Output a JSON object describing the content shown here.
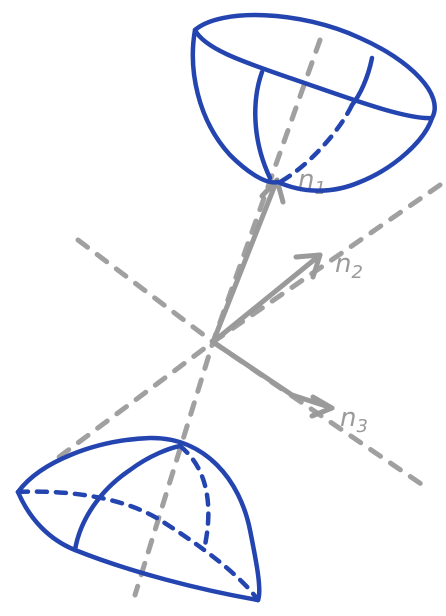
{
  "colors": {
    "axis": "#a0a0a0",
    "vector": "#9a9a9a",
    "shell": "#2445b0",
    "label": "#9a9a9a"
  },
  "labels": {
    "n1": {
      "base": "n",
      "sub": "1"
    },
    "n2": {
      "base": "n",
      "sub": "2"
    },
    "n3": {
      "base": "n",
      "sub": "3"
    }
  }
}
